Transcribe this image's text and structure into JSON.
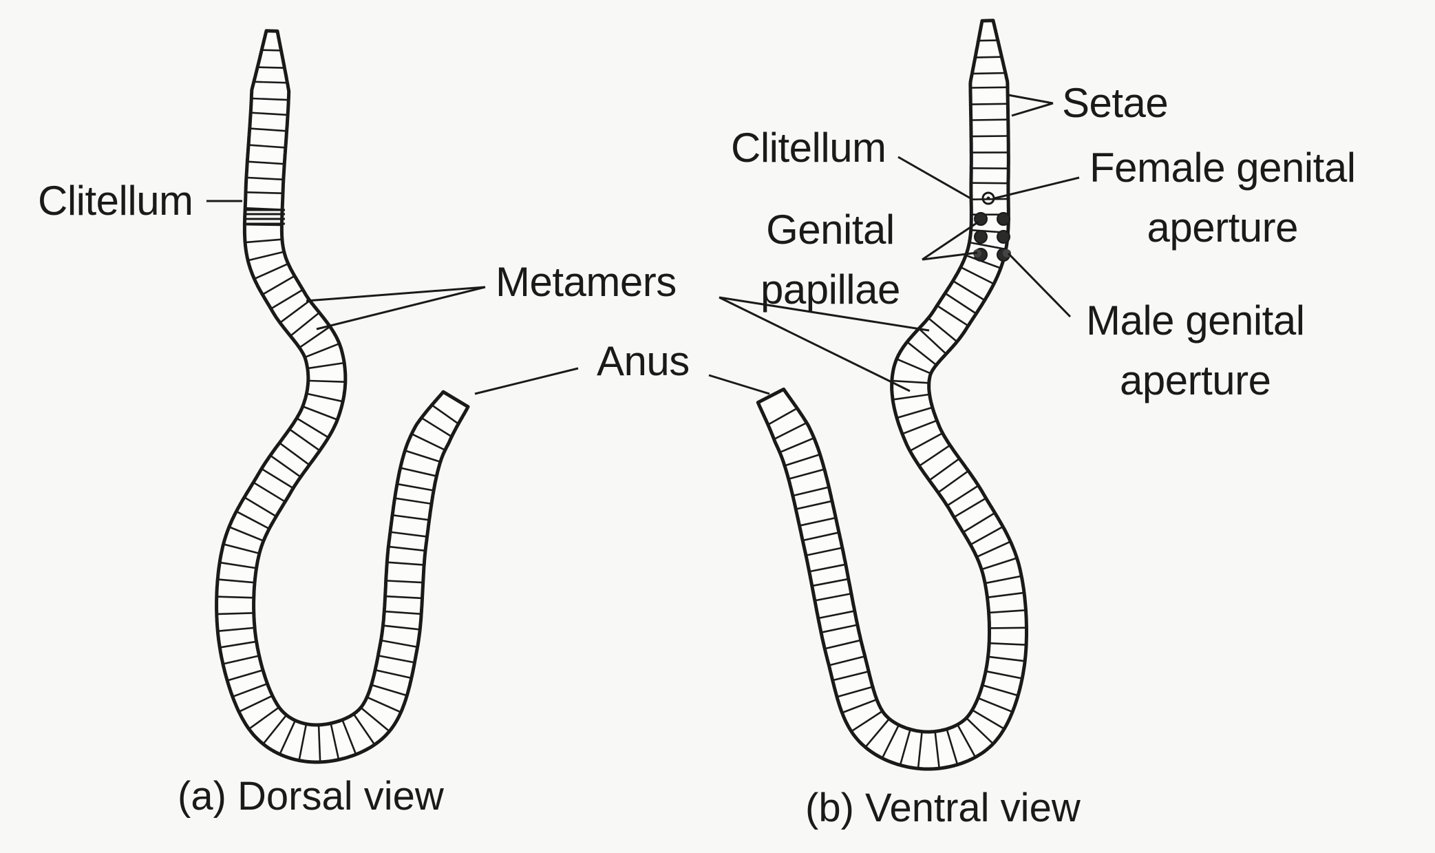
{
  "labels": {
    "clitellum_left": "Clitellum",
    "metamers": "Metamers",
    "anus": "Anus",
    "clitellum_right": "Clitellum",
    "setae": "Setae",
    "female_genital_aperture_line1": "Female genital",
    "female_genital_aperture_line2": "aperture",
    "genital_papillae_line1": "Genital",
    "genital_papillae_line2": "papillae",
    "male_genital_aperture_line1": "Male genital",
    "male_genital_aperture_line2": "aperture"
  },
  "captions": {
    "dorsal": "(a) Dorsal view",
    "ventral": "(b) Ventral view"
  },
  "colors": {
    "outline": "#1a1a1a",
    "body_fill": "#fcfcfb",
    "background": "#f8f8f6"
  }
}
